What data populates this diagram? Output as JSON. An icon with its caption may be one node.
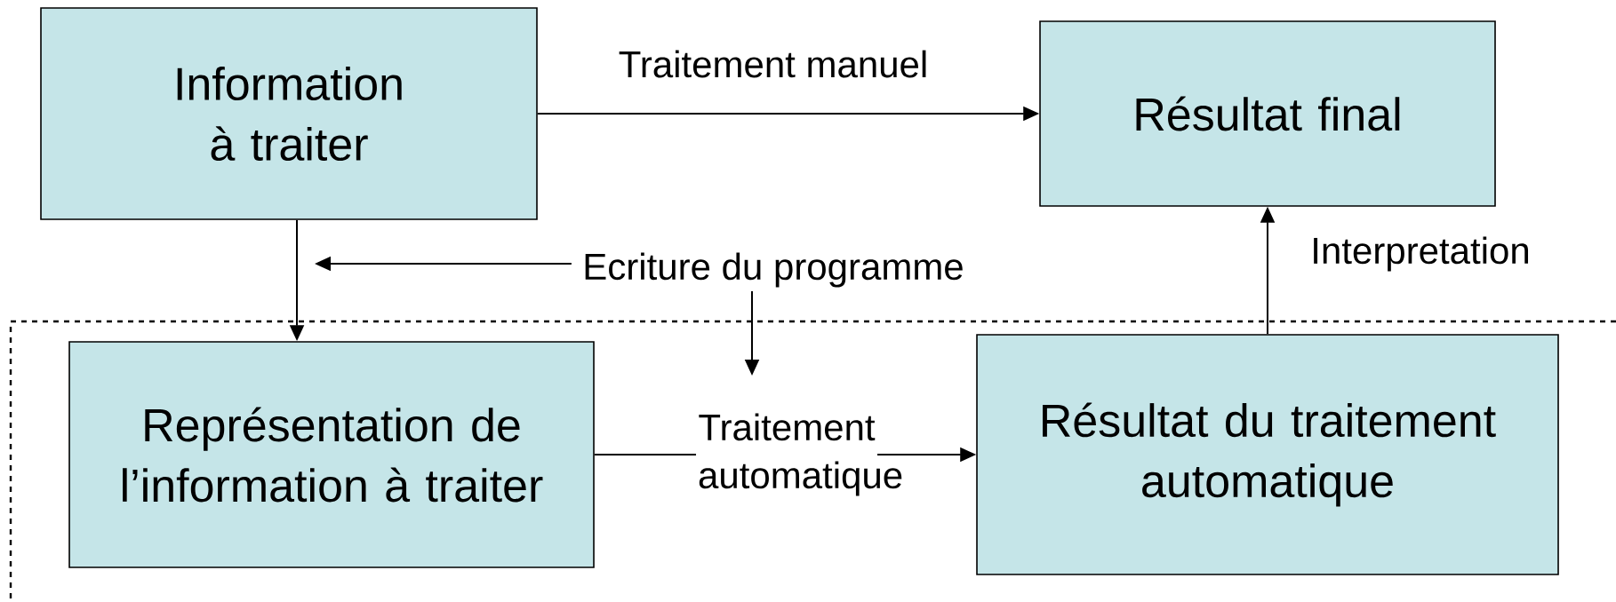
{
  "diagram": {
    "nodes": [
      {
        "text": [
          "Information à traiter"
        ]
      },
      {
        "text": [
          "Résultat final"
        ]
      },
      {
        "text": [
          "Ecriture du programme"
        ]
      },
      {
        "text": [
          "Représentation de l’information à traiter"
        ]
      },
      {
        "text": [
          "Résultat du traitement automatique"
        ]
      }
    ],
    "edges": [
      {
        "from": 0,
        "to": 1,
        "arrow": "to",
        "label": "Traitement manuel"
      },
      {
        "from": 0,
        "to": 3,
        "arrow": "to"
      },
      {
        "from": 2,
        "to": null,
        "arrow": "to"
      },
      {
        "from": 2,
        "to": null,
        "arrow": "to"
      },
      {
        "from": 3,
        "to": 4,
        "arrow": "to",
        "label": "Traitement automatique"
      },
      {
        "from": 4,
        "to": 1,
        "arrow": "to",
        "label": "Interpretation"
      }
    ]
  }
}
